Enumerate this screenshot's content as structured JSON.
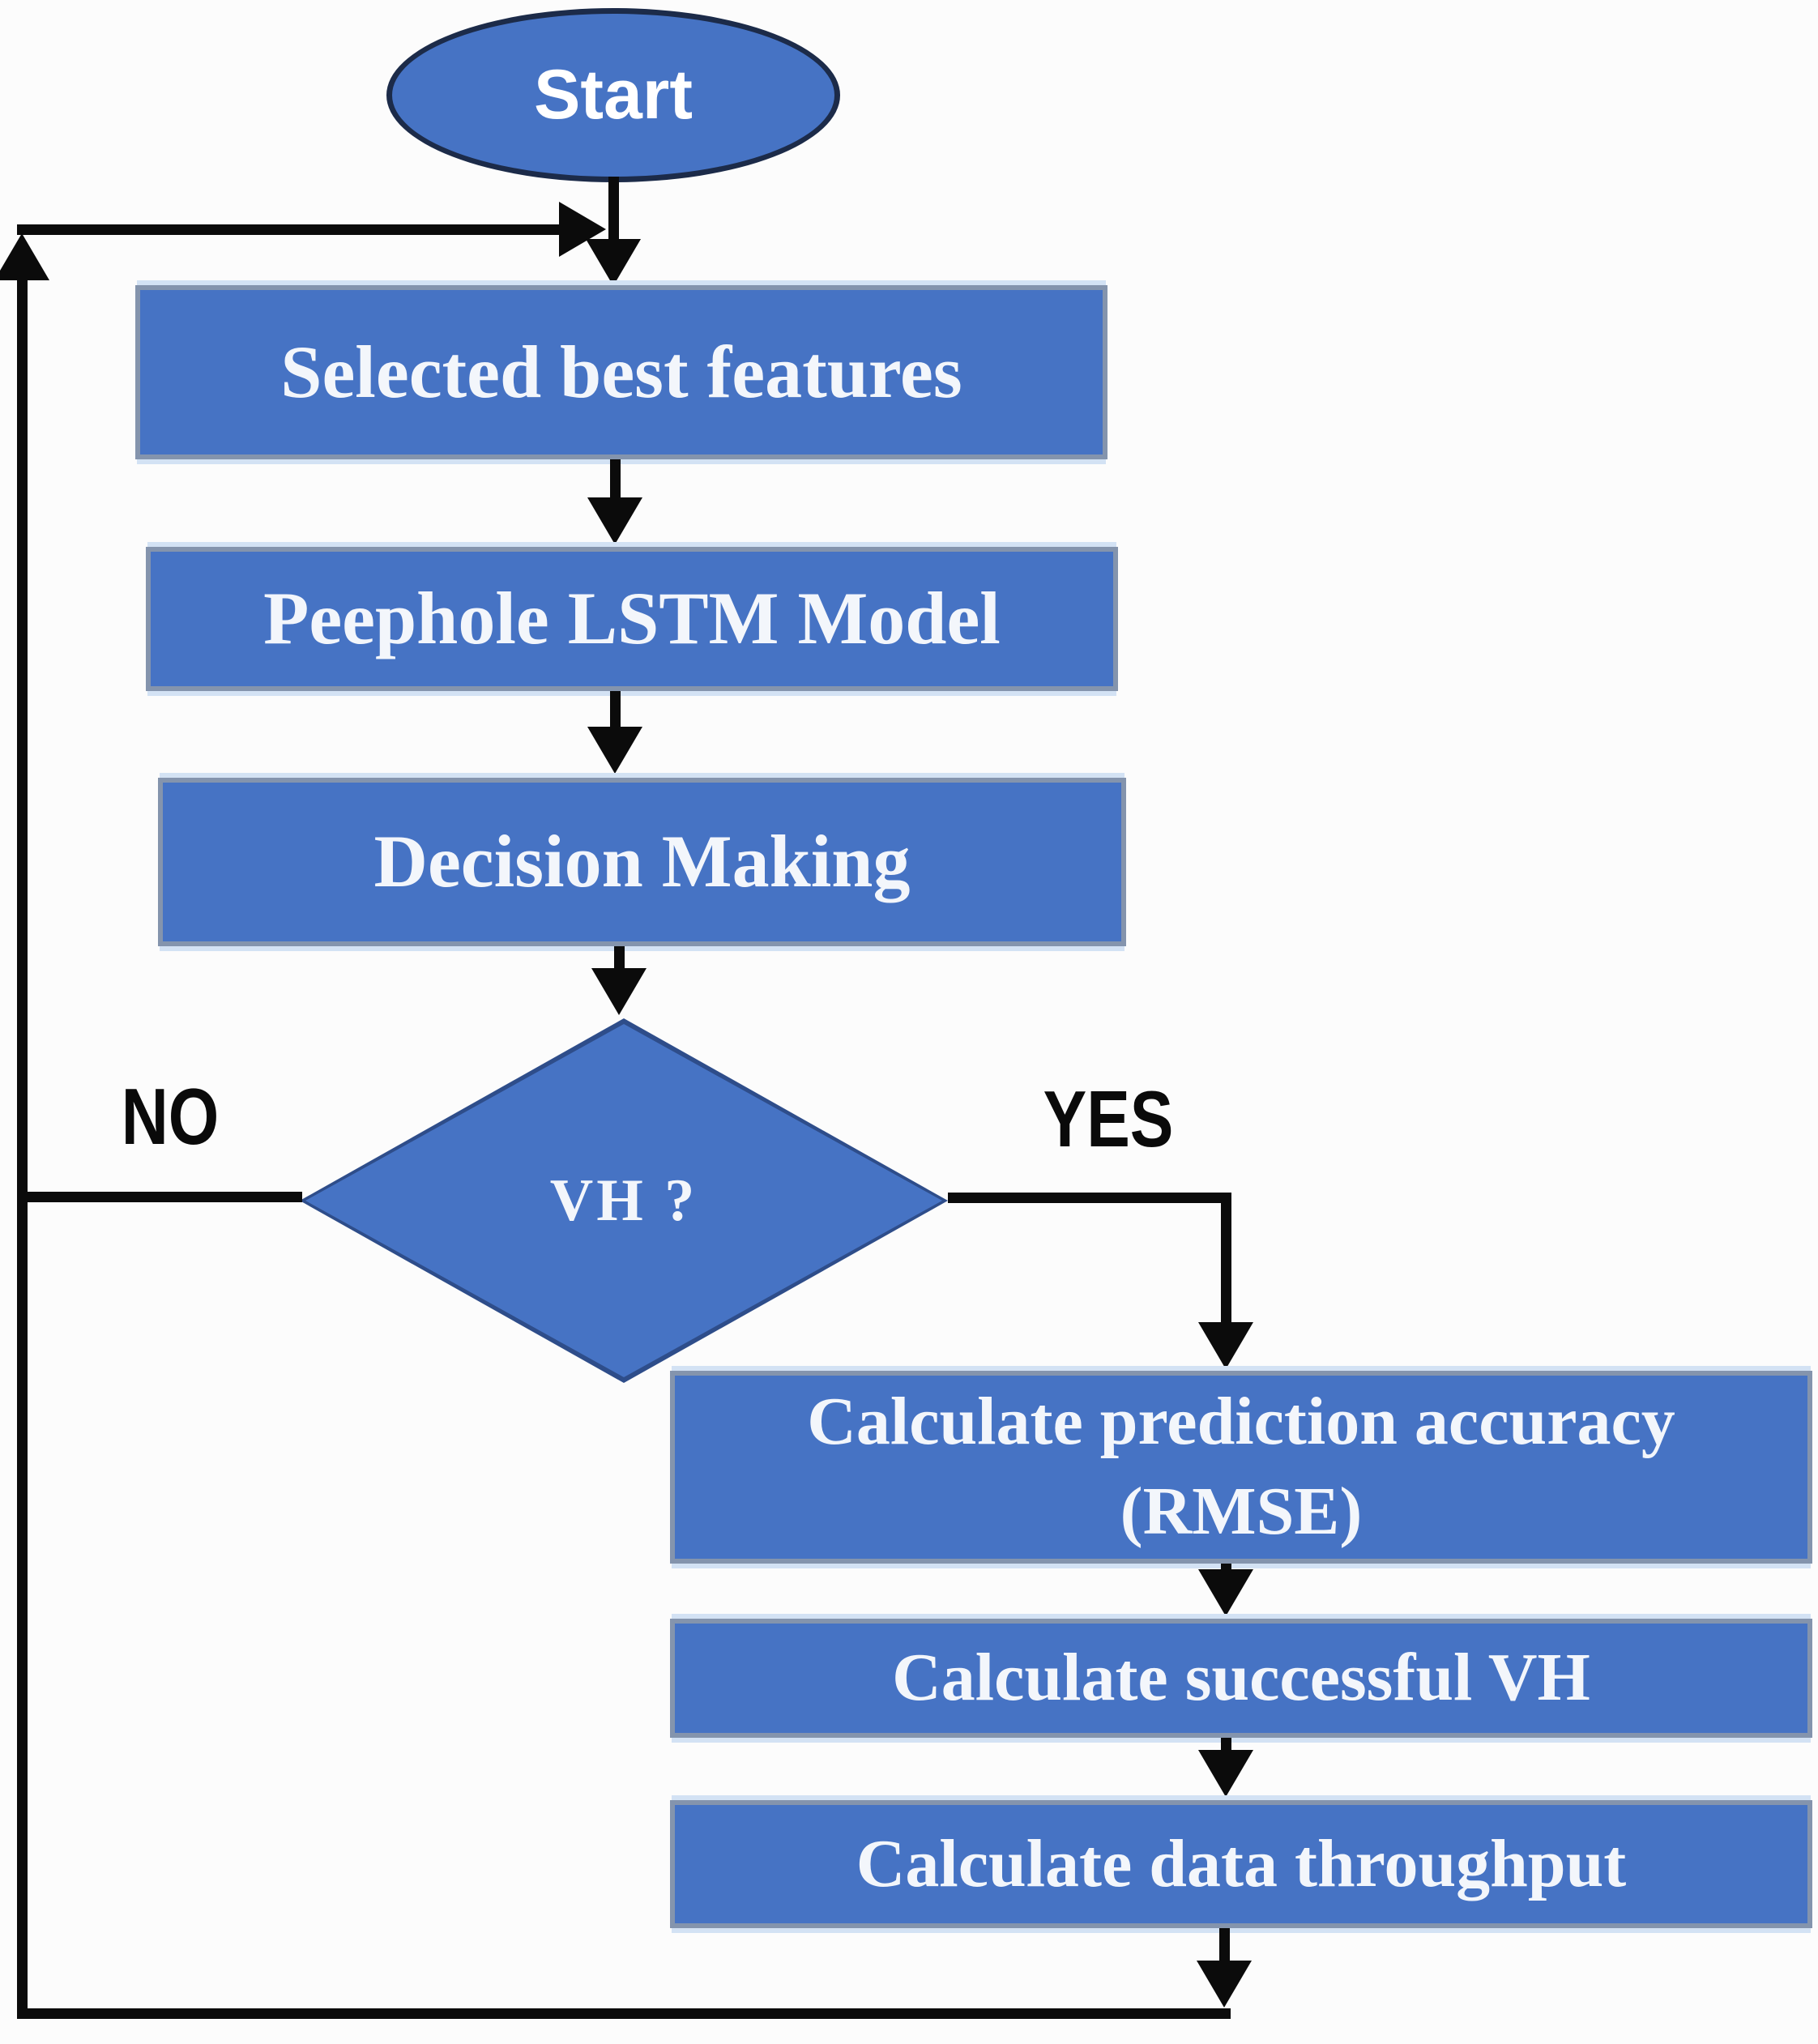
{
  "nodes": {
    "start": "Start",
    "selected_features": "Selected best features",
    "lstm_model": "Peephole LSTM Model",
    "decision_making": "Decision Making",
    "vh_question": "VH ?",
    "calc_accuracy_line1": "Calculate prediction accuracy",
    "calc_accuracy_line2": "(RMSE)",
    "calc_successful_vh": "Calculate successful VH",
    "calc_throughput": "Calculate data throughput"
  },
  "branches": {
    "no_label": "NO",
    "yes_label": "YES"
  },
  "edges": [
    {
      "from": "Start",
      "to": "Selected best features"
    },
    {
      "from": "Selected best features",
      "to": "Peephole LSTM Model"
    },
    {
      "from": "Peephole LSTM Model",
      "to": "Decision Making"
    },
    {
      "from": "Decision Making",
      "to": "VH ?"
    },
    {
      "from": "VH ?",
      "to": "Calculate prediction accuracy (RMSE)",
      "label": "YES"
    },
    {
      "from": "VH ?",
      "to": "Selected best features",
      "label": "NO"
    },
    {
      "from": "Calculate prediction accuracy (RMSE)",
      "to": "Calculate successful VH"
    },
    {
      "from": "Calculate successful VH",
      "to": "Calculate data throughput"
    },
    {
      "from": "Calculate data throughput",
      "to": "Selected best features"
    }
  ],
  "colors": {
    "node_fill": "#4673c4",
    "node_border": "#8494ad",
    "ellipse_border": "#1c2b49",
    "diamond_border": "#2e4d8a",
    "arrow": "#0b0b0b",
    "node_text": "#f3f6fb",
    "branch_text": "#0a0a0a",
    "background": "#fcfcfc"
  }
}
